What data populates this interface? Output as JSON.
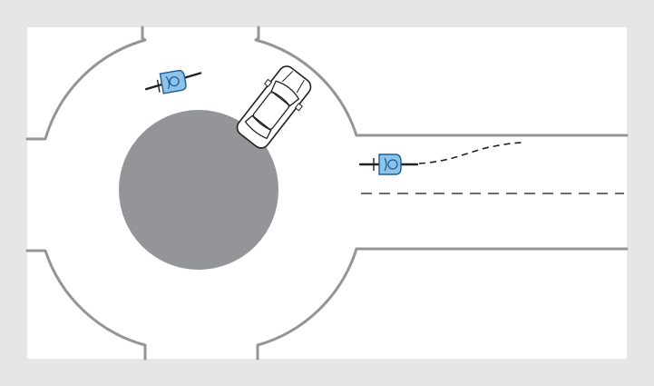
{
  "colors": {
    "frame": "#e6e6e7",
    "road": "#ffffff",
    "outline": "#939598",
    "island": "#939598",
    "lane_marking": "#6d6e71",
    "cyclist_body": "#8dc3e8",
    "cyclist_outline": "#1d5e99",
    "car_outline": "#231f20",
    "path_line": "#231f20"
  },
  "scene": {
    "central_island": {
      "icon": "roundabout-island"
    },
    "car": {
      "icon": "car-topview-icon"
    },
    "cyclists": [
      {
        "icon": "cyclist-topview-icon",
        "location": "roundabout"
      },
      {
        "icon": "cyclist-topview-icon",
        "location": "approach-road"
      }
    ],
    "cyclist_path": {
      "style": "dashed"
    },
    "lane_divider": {
      "style": "dashed"
    }
  }
}
